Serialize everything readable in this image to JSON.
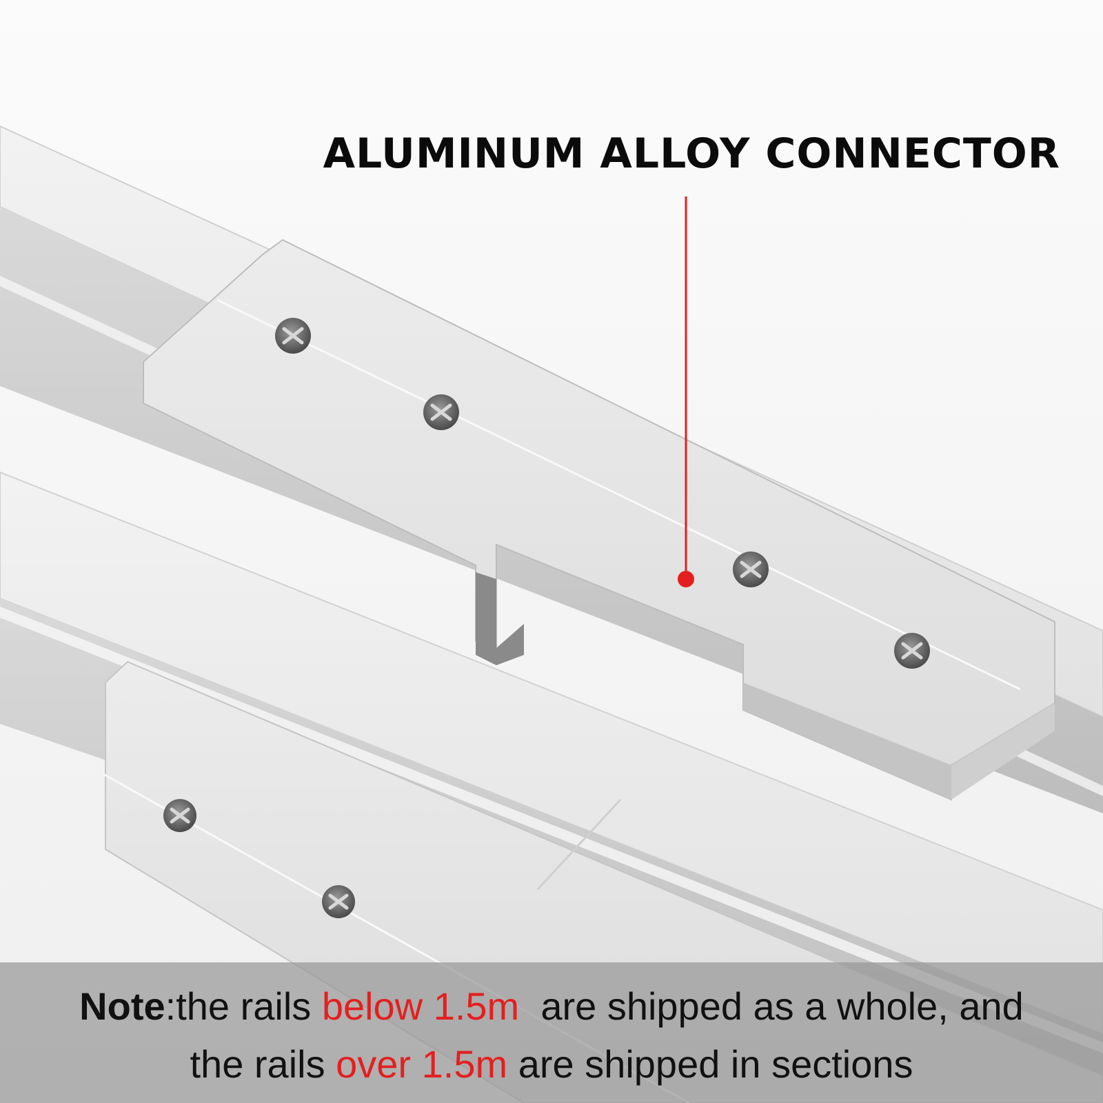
{
  "title": "ALUMINUM ALLOY CONNECTOR",
  "note": {
    "label": "Note",
    "sep": ":",
    "line1_a": "the rails ",
    "line1_highlight": "below 1.5m",
    "line1_b": "  are shipped as a whole, and",
    "line2_a": "the rails ",
    "line2_highlight": "over 1.5m",
    "line2_b": " are shipped in sections"
  },
  "colors": {
    "accent_red": "#e41f1f",
    "background": "#f6f6f6",
    "rail": "#e6e6e6",
    "note_band": "#969696"
  }
}
